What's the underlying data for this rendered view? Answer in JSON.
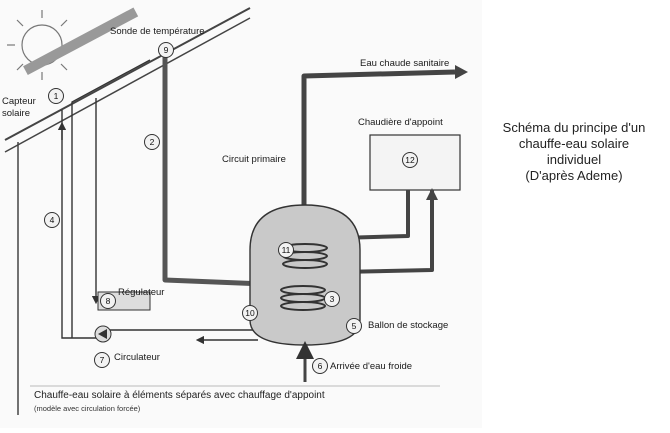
{
  "labels": {
    "sonde": "Sonde de température",
    "capteur_line1": "Capteur",
    "capteur_line2": "solaire",
    "eau_chaude": "Eau chaude sanitaire",
    "chaudiere": "Chaudière d'appoint",
    "circuit_primaire": "Circuit primaire",
    "regulateur": "Régulateur",
    "ballon": "Ballon de stockage",
    "circulateur": "Circulateur",
    "arrivee_eau": "Arrivée d'eau froide"
  },
  "numbers": {
    "n1": "1",
    "n2": "2",
    "n3": "3",
    "n4": "4",
    "n5": "5",
    "n6": "6",
    "n7": "7",
    "n8": "8",
    "n9": "9",
    "n10": "10",
    "n11": "11",
    "n12": "12"
  },
  "caption": {
    "line1": "Schéma du principe d'un",
    "line2": "chauffe-eau solaire",
    "line3": "individuel",
    "line4": "(D'après Ademe)"
  },
  "footer": {
    "title": "Chauffe-eau solaire à éléments séparés avec chauffage d'appoint",
    "subtitle": "(modèle avec circulation forcée)"
  },
  "colors": {
    "pipe_dark": "#555555",
    "tank_fill": "#c9c9c9",
    "boiler_fill": "#f4f4f4",
    "line": "#333333"
  }
}
